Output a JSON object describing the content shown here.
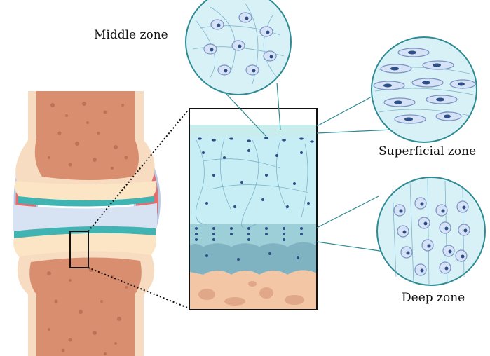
{
  "labels": {
    "middle_zone": "Middle zone",
    "superficial_zone": "Superficial zone",
    "deep_zone": "Deep zone"
  },
  "colors": {
    "bone": "#d98f6f",
    "bone_light": "#f1c09a",
    "bone_pore": "#a85b45",
    "bone_outer": "#f7dcc1",
    "cartilage_outer": "#fbe5c4",
    "cartilage_teal": "#3fb4b3",
    "synovial_fluid": "#d7e3f3",
    "capsule": "#e36e6f",
    "capsule_outline": "#b9c9e4",
    "superficial_layer": "#c9ecec",
    "middle_layer": "#c8eef5",
    "deep_layer": "#9ccfd8",
    "calcified_layer": "#7fb3c2",
    "subchondral_bone": "#f3c6a6",
    "cell_fill": "#d6e2f5",
    "cell_nucleus": "#2e4f86",
    "zoom_line": "#2e8b94",
    "frame": "#111111"
  }
}
